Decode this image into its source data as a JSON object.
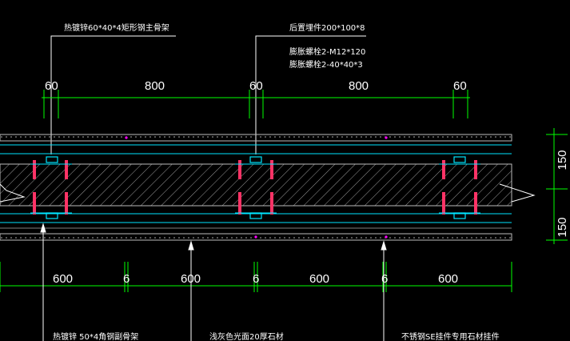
{
  "annotations": {
    "top_left": "热镀锌60*40*4矩形钢主骨架",
    "top_mid_1": "后置埋件200*100*8",
    "top_mid_2": "膨胀螺栓2-M12*120",
    "top_mid_3": "膨胀螺栓2-40*40*3",
    "bottom_left": "热镀锌 50*4角钢副骨架",
    "bottom_mid": "浅灰色光面20厚石材",
    "bottom_right": "不锈钢SE挂件专用石材挂件"
  },
  "top_dims": [
    "60",
    "800",
    "60",
    "800",
    "60"
  ],
  "bottom_dims": [
    "600",
    "6",
    "600",
    "6",
    "600",
    "6",
    "600"
  ],
  "right_dims": [
    "150",
    "150"
  ],
  "colors": {
    "background": "#000000",
    "dimension": "#00ff00",
    "hatch": "#9a9a9a",
    "bracket": "#00e5ff",
    "bolt": "#ff3366",
    "text": "#ffffff"
  }
}
